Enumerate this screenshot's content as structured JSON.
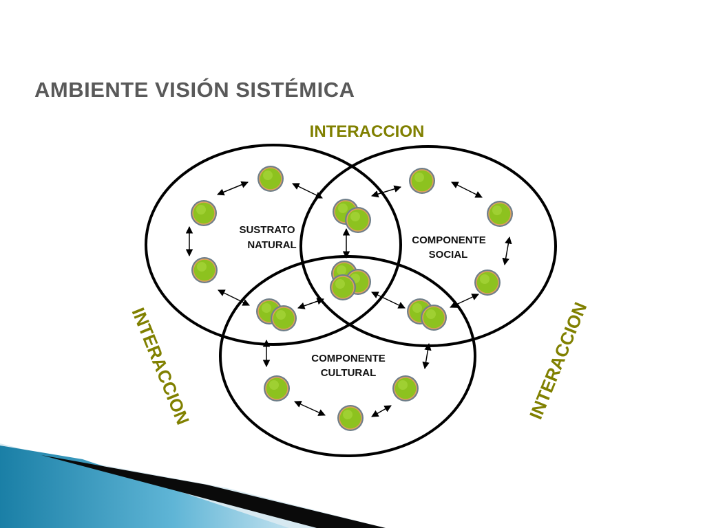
{
  "slide": {
    "title": "AMBIENTE  VISIÓN SISTÉMICA"
  },
  "diagram": {
    "interaction_label": "INTERACCION",
    "label_color": "#808000",
    "node_fill": "#8dc21f",
    "circles": [
      {
        "id": "natural",
        "line1": "SUSTRATO",
        "line2": "NATURAL"
      },
      {
        "id": "social",
        "line1": "COMPONENTE",
        "line2": "SOCIAL"
      },
      {
        "id": "cultural",
        "line1": "COMPONENTE",
        "line2": "CULTURAL"
      }
    ]
  },
  "decor": {
    "corner_colors": [
      "#1a7fa6",
      "#5fb5d6",
      "#0a0a0a",
      "#d7e9f1"
    ]
  }
}
